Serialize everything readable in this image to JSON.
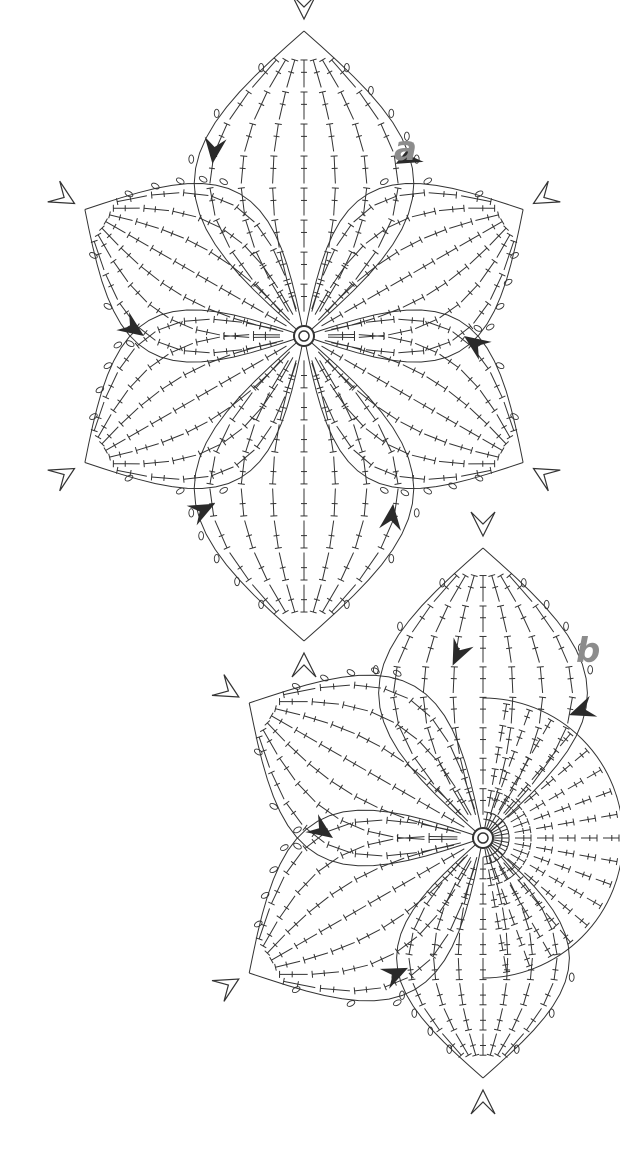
{
  "motifs": [
    {
      "label": "a",
      "petals": [
        {
          "name": "petal-top"
        },
        {
          "name": "petal-upper-right"
        },
        {
          "name": "petal-lower-right"
        },
        {
          "name": "petal-bottom"
        },
        {
          "name": "petal-lower-left"
        },
        {
          "name": "petal-upper-left"
        }
      ],
      "join_arrows": 6,
      "tip_arrows": 6
    },
    {
      "label": "b",
      "petals": [
        {
          "name": "petal-top"
        },
        {
          "name": "petal-upper-left"
        },
        {
          "name": "petal-lower-left"
        },
        {
          "name": "petal-bottom"
        },
        {
          "name": "half-round-right"
        }
      ],
      "join_arrows": 4,
      "tip_arrows": 4
    }
  ],
  "colors": {
    "ink": "#333333",
    "label": "#8c8c8c",
    "arrow_fill": "#2a2a2a",
    "background": "#ffffff"
  },
  "icons": {
    "tip_arrow": "open-chevron-arrow-icon",
    "join_arrow": "filled-arrowhead-icon",
    "chain_stitch": "oval-chain-icon",
    "treble_stitch": "treble-stitch-icon",
    "magic_ring": "ring-icon"
  }
}
